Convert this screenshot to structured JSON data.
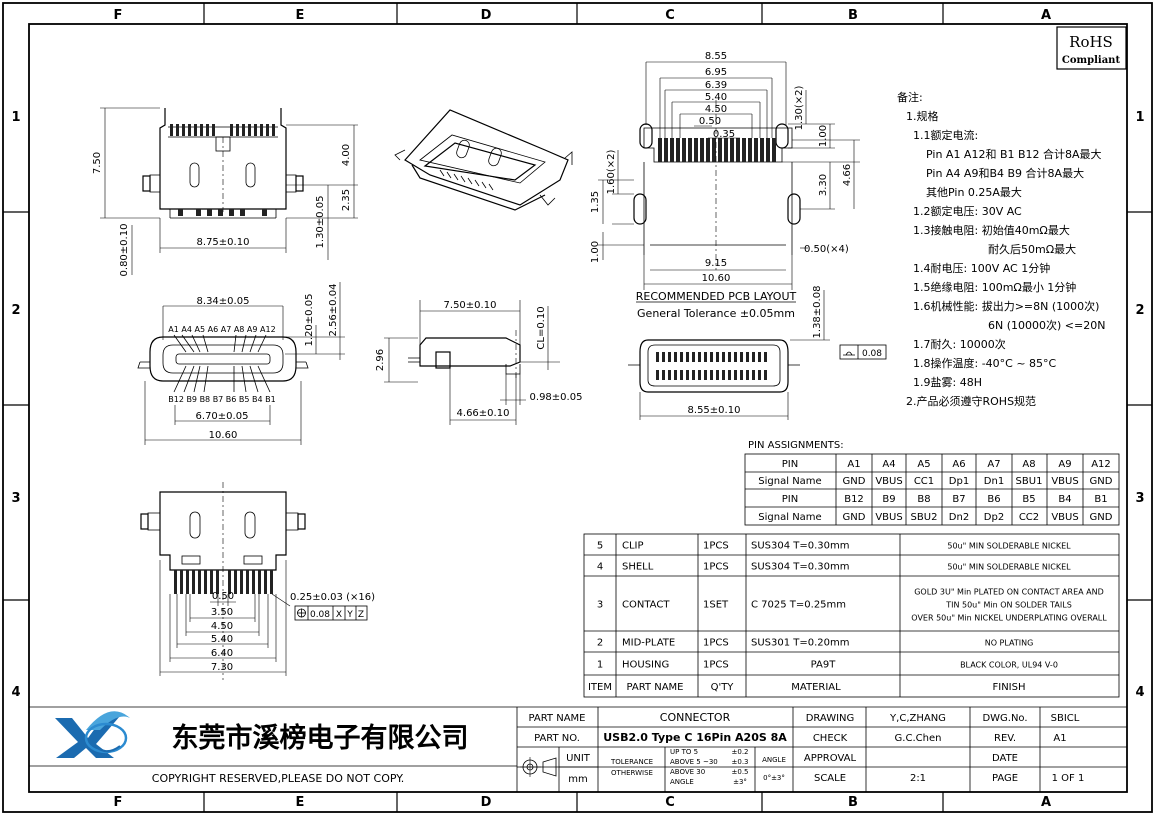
{
  "frame": {
    "top_cols": [
      "F",
      "E",
      "D",
      "C",
      "B",
      "A"
    ],
    "rows": [
      "1",
      "2",
      "3",
      "4"
    ]
  },
  "rohs": {
    "line1": "RoHS",
    "line2": "Compliant"
  },
  "notes": {
    "title": "备注:",
    "lines": [
      "1.规格",
      "1.1额定电流:",
      "Pin A1 A12和 B1 B12 合计8A最大",
      "Pin A4 A9和B4 B9 合计8A最大",
      "其他Pin 0.25A最大",
      "1.2额定电压: 30V AC",
      "1.3接触电阻: 初始值40mΩ最大",
      "耐久后50mΩ最大",
      "1.4耐电压: 100V AC 1分钟",
      "1.5绝缘电阻: 100mΩ最小 1分钟",
      "1.6机械性能: 拔出力>=8N (1000次)",
      "6N (10000次) <=20N",
      "1.7耐久: 10000次",
      "1.8操作温度: -40°C ~ 85°C",
      "1.9盐雾: 48H",
      "2.产品必须遵守ROHS规范"
    ]
  },
  "pin_assign": {
    "title": "PIN ASSIGNMENTS:",
    "rows": [
      [
        "PIN",
        "A1",
        "A4",
        "A5",
        "A6",
        "A7",
        "A8",
        "A9",
        "A12"
      ],
      [
        "Signal Name",
        "GND",
        "VBUS",
        "CC1",
        "Dp1",
        "Dn1",
        "SBU1",
        "VBUS",
        "GND"
      ],
      [
        "PIN",
        "B12",
        "B9",
        "B8",
        "B7",
        "B6",
        "B5",
        "B4",
        "B1"
      ],
      [
        "Signal Name",
        "GND",
        "VBUS",
        "SBU2",
        "Dn2",
        "Dp2",
        "CC2",
        "VBUS",
        "GND"
      ]
    ]
  },
  "bom": {
    "rows": [
      [
        "5",
        "CLIP",
        "1PCS",
        "SUS304   T=0.30mm",
        "50u\" MIN SOLDERABLE NICKEL"
      ],
      [
        "4",
        "SHELL",
        "1PCS",
        "SUS304   T=0.30mm",
        "50u\" MIN SOLDERABLE NICKEL"
      ],
      [
        "3",
        "CONTACT",
        "1SET",
        "C 7025   T=0.25mm",
        "GOLD 3U\" Min PLATED ON CONTACT AREA AND|TIN 50u\" Min ON SOLDER TAILS|OVER 50u\" Min NICKEL UNDERPLATING OVERALL"
      ],
      [
        "2",
        "MID-PLATE",
        "1PCS",
        "SUS301   T=0.20mm",
        "NO PLATING"
      ],
      [
        "1",
        "HOUSING",
        "1PCS",
        "PA9T",
        "BLACK COLOR, UL94 V-0"
      ]
    ],
    "header": [
      "ITEM",
      "PART NAME",
      "Q'TY",
      "MATERIAL",
      "FINISH"
    ]
  },
  "title_block": {
    "company": "东莞市溪榜电子有限公司",
    "copyright": "COPYRIGHT RESERVED,PLEASE DO NOT COPY.",
    "part_name_label": "PART NAME",
    "part_name": "CONNECTOR",
    "part_no_label": "PART NO.",
    "part_no": "USB2.0 Type C 16Pin A20S 8A",
    "unit_label": "UNIT",
    "unit": "mm",
    "tolerance_label1": "TOLERANCE",
    "tolerance_label2": "OTHERWISE",
    "tol_r1": "UP TO 5",
    "tol_r1v": "±0.2",
    "tol_r2": "ABOVE 5 ~30",
    "tol_r2v": "±0.3",
    "tol_r3": "ABOVE 30",
    "tol_r3v": "±0.5",
    "tol_r4": "ANGLE",
    "tol_r4v": "±3°",
    "angle_label": "ANGLE",
    "angle_val": "0°±3°",
    "drawing_label": "DRAWING",
    "drawing": "Y,C,ZHANG",
    "check_label": "CHECK",
    "check": "G.C.Chen",
    "approval_label": "APPROVAL",
    "scale_label": "SCALE",
    "scale": "2:1",
    "dwg_label": "DWG.No.",
    "dwg": "SBICL",
    "rev_label": "REV.",
    "rev": "A1",
    "date_label": "DATE",
    "page_label": "PAGE",
    "page": "1 OF 1"
  },
  "dims": {
    "top_view": {
      "w": "8.75±0.10",
      "h": "7.50",
      "a": "4.00",
      "b": "2.35",
      "c": "1.30±0.05",
      "d": "0.80±0.10"
    },
    "front_view": {
      "w1": "8.34±0.05",
      "w2": "6.70±0.05",
      "w3": "10.60",
      "h1": "1.20±0.05",
      "h2": "2.56±0.04",
      "pins_top": "A1 A4 A5 A6   A7 A8 A9 A12",
      "pins_bot": "B12 B9 B8 B7   B6 B5 B4 B1"
    },
    "side_view": {
      "w": "7.50±0.10",
      "h": "2.96",
      "cl": "CL=0.10",
      "a": "4.66±0.10",
      "b": "0.98±0.05"
    },
    "pcb": {
      "d1": "8.55",
      "d2": "6.95",
      "d3": "6.39",
      "d4": "5.40",
      "d5": "4.50",
      "d6": "0.50",
      "d7": "0.35",
      "d8": "9.15",
      "d9": "10.60",
      "r1": "1.30(×2)",
      "r2": "1.00",
      "r3": "3.30",
      "r4": "4.66",
      "l1": "1.60(×2)",
      "l2": "1.35",
      "l3": "1.00",
      "d10": "0.50(×4)",
      "title": "RECOMMENDED PCB LAYOUT",
      "tol": "General Tolerance ±0.05mm"
    },
    "pcb_front": {
      "w": "8.55±0.10",
      "h": "1.38±0.08",
      "flat": "0.08"
    },
    "bottom_view": {
      "d1": "0.50",
      "d2": "3.50",
      "d3": "4.50",
      "d4": "5.40",
      "d5": "6.40",
      "d6": "7.30",
      "d7": "0.25±0.03 (×16)",
      "gdt": "0.08",
      "x": "X",
      "y": "Y",
      "z": "Z"
    }
  }
}
